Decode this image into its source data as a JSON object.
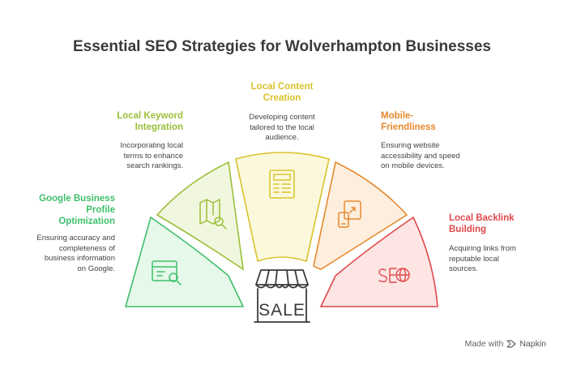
{
  "title": "Essential SEO Strategies for Wolverhampton Businesses",
  "center_label": "SALE",
  "segments": [
    {
      "title": "Google Business Profile Optimization",
      "title_lines": [
        "Google Business",
        "Profile",
        "Optimization"
      ],
      "description_lines": [
        "Ensuring accuracy and",
        "completeness of",
        "business information",
        "on Google."
      ],
      "icon": "browser-search-icon",
      "color": "#3fbf6b",
      "fill": "#e6f8ea"
    },
    {
      "title": "Local Keyword Integration",
      "title_lines": [
        "Local Keyword",
        "Integration"
      ],
      "description_lines": [
        "Incorporating local",
        "terms to enhance",
        "search rankings."
      ],
      "icon": "map-search-icon",
      "color": "#9bbf3a",
      "fill": "#f1f7df"
    },
    {
      "title": "Local Content Creation",
      "title_lines": [
        "Local Content",
        "Creation"
      ],
      "description_lines": [
        "Developing content",
        "tailored to the local",
        "audience."
      ],
      "icon": "document-layout-icon",
      "color": "#d9c22a",
      "fill": "#fcf8dc"
    },
    {
      "title": "Mobile-Friendliness",
      "title_lines": [
        "Mobile-",
        "Friendliness"
      ],
      "description_lines": [
        "Ensuring website",
        "accessibility and speed",
        "on mobile devices."
      ],
      "icon": "responsive-devices-icon",
      "color": "#e68a2e",
      "fill": "#fdeedd"
    },
    {
      "title": "Local Backlink Building",
      "title_lines": [
        "Local Backlink",
        "Building"
      ],
      "description_lines": [
        "Acquiring links from",
        "reputable local",
        "sources."
      ],
      "icon": "seo-globe-icon",
      "color": "#e0484b",
      "fill": "#fde5e3"
    }
  ],
  "footer": {
    "made_with": "Made with",
    "brand": "Napkin"
  }
}
